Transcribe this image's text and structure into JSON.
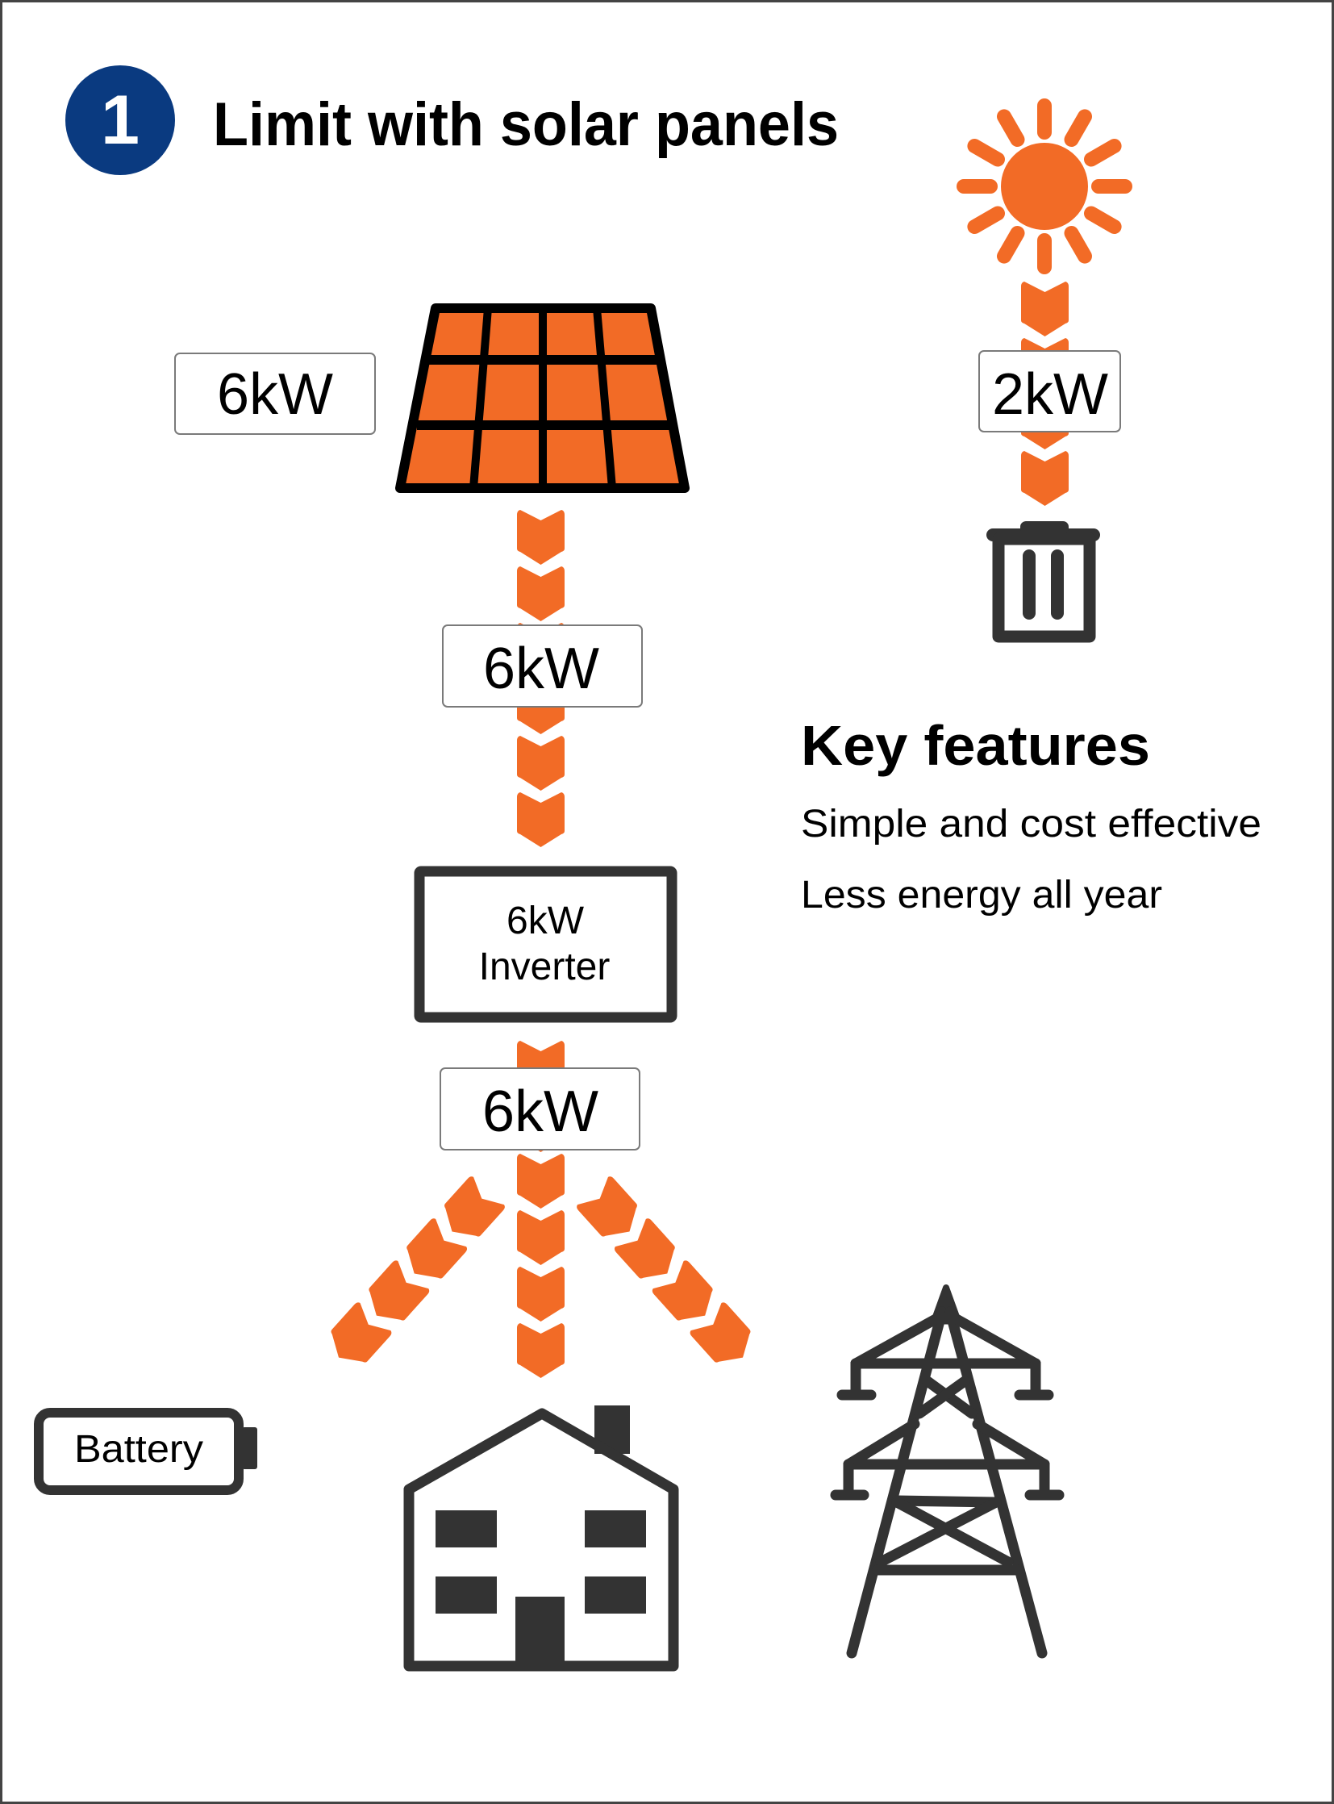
{
  "step": {
    "number": "1",
    "title": "Limit with solar panels"
  },
  "colors": {
    "accent_orange": "#f26b26",
    "badge_blue": "#0a3a80",
    "icon_dark": "#333333",
    "frame": "#444444"
  },
  "labels": {
    "panel_output": "6kW",
    "sun_excess": "2kW",
    "panel_to_inverter": "6kW",
    "inverter_output": "6kW"
  },
  "inverter": {
    "rating": "6kW",
    "name": "Inverter"
  },
  "battery": {
    "label": "Battery"
  },
  "key_features": {
    "heading": "Key features",
    "items": [
      "Simple and cost effective",
      "Less energy all year"
    ]
  },
  "icons": {
    "sun": "sun-icon",
    "solar_panel": "solar-panel-icon",
    "bin": "trash-bin-icon",
    "house": "house-icon",
    "pylon": "power-pylon-icon",
    "battery": "battery-icon",
    "flow": "chevron-flow-arrow"
  },
  "flows": [
    {
      "id": "sun-to-bin",
      "chevrons": 4,
      "direction": "down"
    },
    {
      "id": "panel-to-inverter",
      "chevrons": 6,
      "direction": "down"
    },
    {
      "id": "inverter-to-house",
      "chevrons": 6,
      "direction": "down"
    },
    {
      "id": "inverter-to-battery",
      "chevrons": 4,
      "direction": "down-left"
    },
    {
      "id": "inverter-to-grid",
      "chevrons": 4,
      "direction": "down-right"
    }
  ]
}
